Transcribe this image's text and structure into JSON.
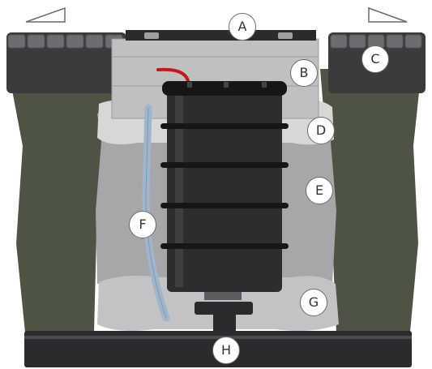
{
  "labels": {
    "a": "A",
    "b": "B",
    "c": "C",
    "d": "D",
    "e": "E",
    "f": "F",
    "g": "G",
    "h": "H"
  },
  "colors": {
    "soil": "#4e5444",
    "soil_edge": "#3a3f33",
    "gravel": "#a7a7a9",
    "gravel_light": "#c3c3c5",
    "sand_top": "#d7d8d6",
    "riser": "#bfc0c2",
    "lid": "#2b2b2b",
    "tank": "#2c2d2f",
    "tank_ring": "#161617",
    "pipe": "#2a2b2d",
    "hose": "#9fb5ca",
    "red_wire": "#c4171b",
    "asphalt": "#3a3b3c",
    "asphalt_block": "#6b6d70"
  },
  "icons": [
    "level-triangle-left-icon",
    "level-triangle-right-icon"
  ]
}
